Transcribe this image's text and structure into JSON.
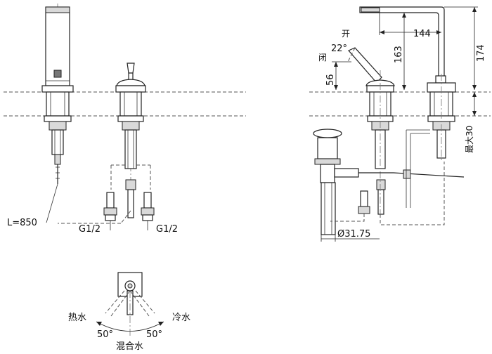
{
  "dimensions": {
    "hose_length": "L=850",
    "thread_left": "G1/2",
    "thread_right": "G1/2",
    "spout_reach": "144",
    "spout_height": "163",
    "total_height": "174",
    "handle_height": "56",
    "drain_diameter": "Ø31.75",
    "max_deck_thickness": "最大30"
  },
  "handle_labels": {
    "open": "开",
    "close": "闭",
    "open_angle": "22°"
  },
  "rotation_labels": {
    "hot": "热水",
    "cold": "冷水",
    "mixed": "混合水",
    "left_angle": "50°",
    "right_angle": "50°"
  }
}
